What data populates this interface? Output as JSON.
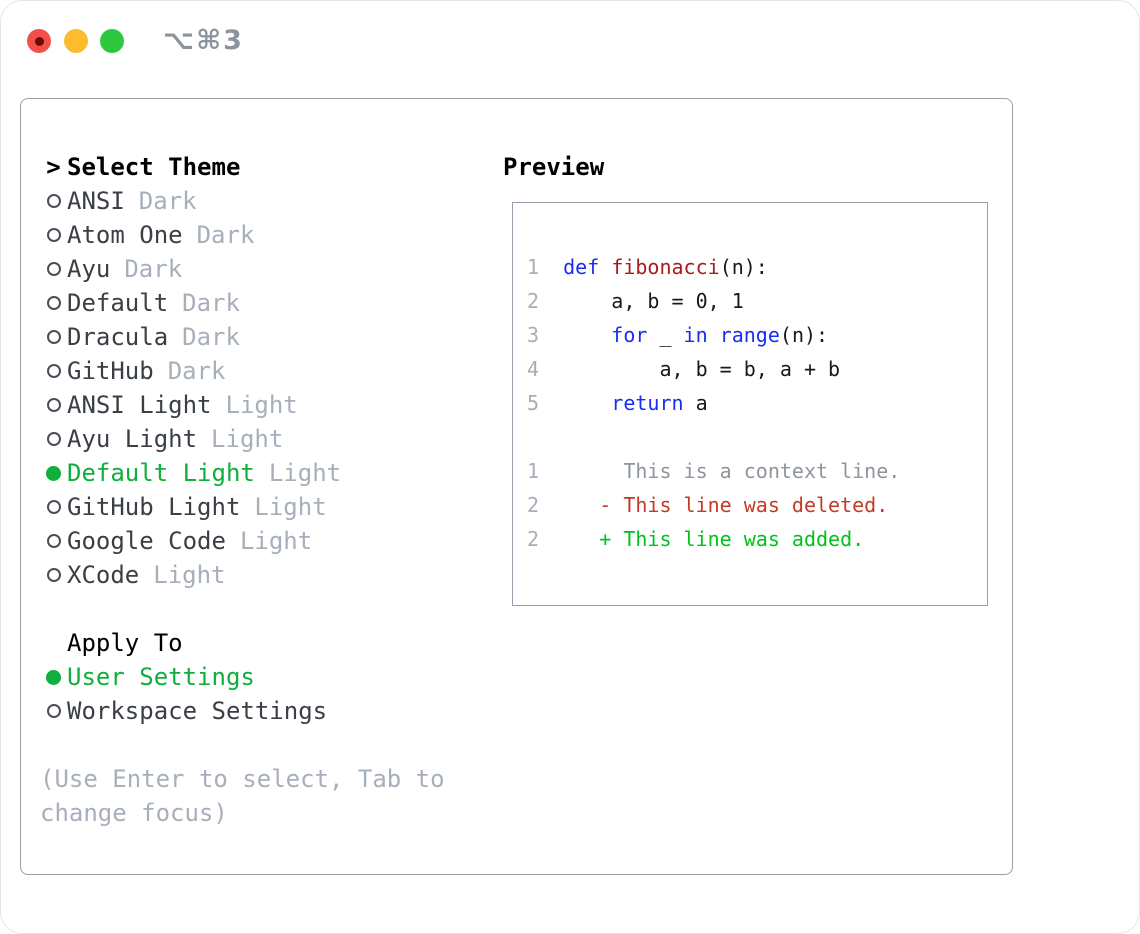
{
  "titlebar": {
    "hotkey": "⌥⌘3",
    "traffic_lights": [
      "close",
      "minimize",
      "zoom"
    ],
    "colors": {
      "close": "#f1514a",
      "close_inner": "#6d0b03",
      "minimize": "#fbbc2d",
      "zoom": "#2ec740"
    }
  },
  "panel": {
    "theme_list": {
      "cursor": ">",
      "header": "Select Theme",
      "items": [
        {
          "name": "ANSI",
          "tag": "Dark",
          "selected": false
        },
        {
          "name": "Atom One",
          "tag": "Dark",
          "selected": false
        },
        {
          "name": "Ayu",
          "tag": "Dark",
          "selected": false
        },
        {
          "name": "Default",
          "tag": "Dark",
          "selected": false
        },
        {
          "name": "Dracula",
          "tag": "Dark",
          "selected": false
        },
        {
          "name": "GitHub",
          "tag": "Dark",
          "selected": false
        },
        {
          "name": "ANSI Light",
          "tag": "Light",
          "selected": false
        },
        {
          "name": "Ayu Light",
          "tag": "Light",
          "selected": false
        },
        {
          "name": "Default Light",
          "tag": "Light",
          "selected": true
        },
        {
          "name": "GitHub Light",
          "tag": "Light",
          "selected": false
        },
        {
          "name": "Google Code",
          "tag": "Light",
          "selected": false
        },
        {
          "name": "XCode",
          "tag": "Light",
          "selected": false
        }
      ]
    },
    "apply_to": {
      "header": "Apply To",
      "items": [
        {
          "name": "User Settings",
          "selected": true
        },
        {
          "name": "Workspace Settings",
          "selected": false
        }
      ]
    },
    "footer_lines": [
      "(Use Enter to select, Tab to",
      "change focus)"
    ],
    "preview": {
      "header": "Preview",
      "lines": [
        {
          "tokens": [
            {
              "t": "1",
              "c": "num"
            },
            {
              "t": "  ",
              "c": "plain"
            },
            {
              "t": "def",
              "c": "kw"
            },
            {
              "t": " ",
              "c": "plain"
            },
            {
              "t": "fibonacci",
              "c": "fn"
            },
            {
              "t": "(n):",
              "c": "plain"
            }
          ]
        },
        {
          "tokens": [
            {
              "t": "2",
              "c": "num"
            },
            {
              "t": "      a, b = 0, 1",
              "c": "plain"
            }
          ]
        },
        {
          "tokens": [
            {
              "t": "3",
              "c": "num"
            },
            {
              "t": "      ",
              "c": "plain"
            },
            {
              "t": "for",
              "c": "kw"
            },
            {
              "t": " _ ",
              "c": "plain"
            },
            {
              "t": "in",
              "c": "kw"
            },
            {
              "t": " ",
              "c": "plain"
            },
            {
              "t": "range",
              "c": "kw"
            },
            {
              "t": "(n):",
              "c": "plain"
            }
          ]
        },
        {
          "tokens": [
            {
              "t": "4",
              "c": "num"
            },
            {
              "t": "          a, b = b, a + b",
              "c": "plain"
            }
          ]
        },
        {
          "tokens": [
            {
              "t": "5",
              "c": "num"
            },
            {
              "t": "      ",
              "c": "plain"
            },
            {
              "t": "return",
              "c": "kw"
            },
            {
              "t": " a",
              "c": "plain"
            }
          ]
        },
        {
          "tokens": []
        },
        {
          "tokens": [
            {
              "t": "1",
              "c": "num"
            },
            {
              "t": "       This is a context line.",
              "c": "ctx"
            }
          ]
        },
        {
          "tokens": [
            {
              "t": "2",
              "c": "num"
            },
            {
              "t": "     ",
              "c": "plain"
            },
            {
              "t": "- This line was deleted.",
              "c": "del"
            }
          ]
        },
        {
          "tokens": [
            {
              "t": "2",
              "c": "num"
            },
            {
              "t": "     ",
              "c": "plain"
            },
            {
              "t": "+ This line was added.",
              "c": "add"
            }
          ]
        }
      ]
    }
  },
  "colors": {
    "accent_green": "#0fae3d",
    "keyword_blue": "#1b2df2",
    "function_red": "#a81c1c",
    "deleted_red": "#c43a26",
    "added_green": "#00c21c",
    "context_gray": "#8f959d",
    "line_number_gray": "#a6aeb8",
    "muted_gray": "#a7afba",
    "text_dark": "#3a3f46",
    "border_gray": "#99a1ac"
  }
}
